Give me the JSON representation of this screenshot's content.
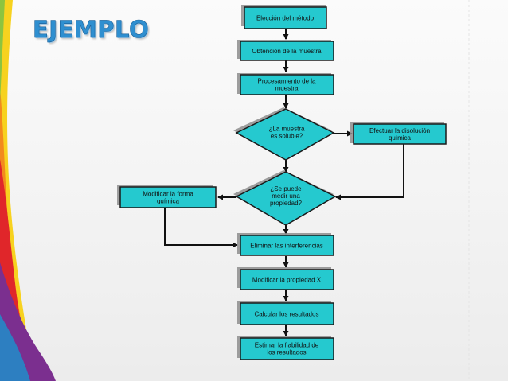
{
  "slide": {
    "title": "EJEMPLO"
  },
  "colors": {
    "box_fill": "#25c9cf",
    "shadow": "#8e8e8e",
    "outline": "#1a1a1a",
    "arrow": "#111111",
    "title": "#2f8fd0"
  },
  "flowchart": {
    "steps": {
      "eleccion": [
        "Elección del método"
      ],
      "obtencion": [
        "Obtención de la muestra"
      ],
      "procesamiento": [
        "Procesamiento de la",
        "muestra"
      ],
      "soluble": [
        "¿La  muestra",
        "es soluble?"
      ],
      "disolucion": [
        "Efectuar la disolución",
        "química"
      ],
      "medir": [
        "¿Se puede",
        "medir una",
        "propiedad?"
      ],
      "modificar_forma": [
        "Modificar la forma",
        "química"
      ],
      "interferencias": [
        "Eliminar las interferencias"
      ],
      "propiedad_x": [
        "Modificar la propiedad X"
      ],
      "calcular": [
        "Calcular los resultados"
      ],
      "estimar": [
        "Estimar la fiabilidad de",
        "los resultados"
      ]
    }
  }
}
